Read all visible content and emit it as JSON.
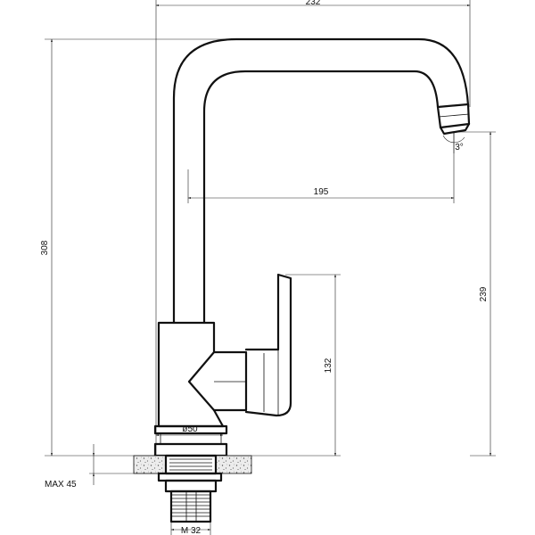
{
  "dimensions": {
    "overall_width": "232",
    "overall_height": "308",
    "reach": "195",
    "spout_height": "239",
    "body_height": "132",
    "body_diameter": "ø50",
    "max_counter_thickness": "MAX 45",
    "thread": "M 32",
    "spout_angle": "3°"
  },
  "colors": {
    "line": "#111111",
    "countertop_fill": "#e6e6e6"
  }
}
